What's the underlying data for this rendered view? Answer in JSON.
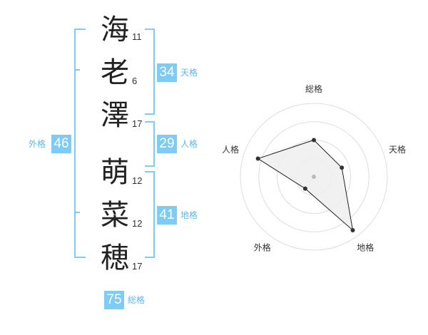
{
  "name": {
    "characters": [
      {
        "char": "海",
        "strokes": "11"
      },
      {
        "char": "老",
        "strokes": "6"
      },
      {
        "char": "澤",
        "strokes": "17"
      },
      {
        "char": "萌",
        "strokes": "12"
      },
      {
        "char": "菜",
        "strokes": "12"
      },
      {
        "char": "穂",
        "strokes": "17"
      }
    ]
  },
  "kaku": {
    "tenkaku": {
      "value": "34",
      "label": "天格"
    },
    "jinkaku": {
      "value": "29",
      "label": "人格"
    },
    "chikaku": {
      "value": "41",
      "label": "地格"
    },
    "gaikaku": {
      "value": "46",
      "label": "外格"
    },
    "soukaku": {
      "value": "75",
      "label": "総格"
    }
  },
  "colors": {
    "accent": "#7ecbf5",
    "label": "#5bb8ee",
    "ring": "#dddddd",
    "polygon_fill": "#eeeeee",
    "polygon_stroke": "#222222"
  },
  "chart_data": {
    "type": "radar",
    "axes": [
      "総格",
      "天格",
      "地格",
      "外格",
      "人格"
    ],
    "values": [
      2.5,
      2,
      4.5,
      1,
      4
    ],
    "rmax": 5,
    "rings": 4
  }
}
